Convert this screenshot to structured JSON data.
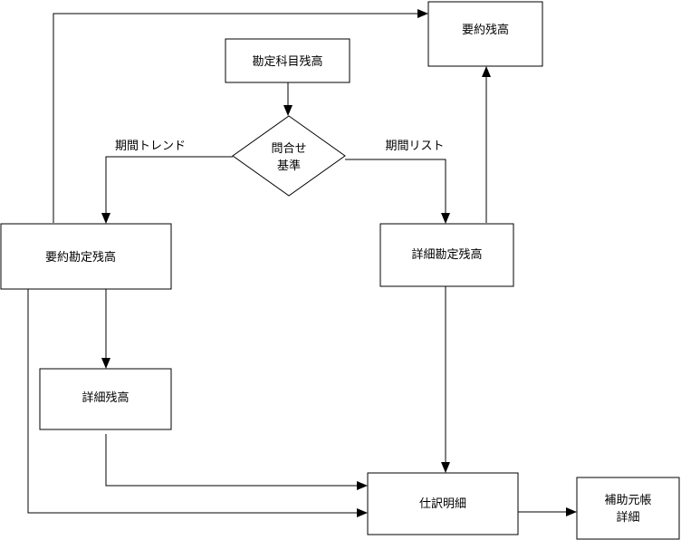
{
  "nodes": {
    "account_balance": {
      "label": "勘定科目残高"
    },
    "query_basis": {
      "line1": "問合せ",
      "line2": "基準"
    },
    "summary_balance": {
      "label": "要約残高"
    },
    "summary_account_balance": {
      "label": "要約勘定残高"
    },
    "detail_account_balance": {
      "label": "詳細勘定残高"
    },
    "detail_balance": {
      "label": "詳細残高"
    },
    "journal_detail": {
      "label": "仕訳明細"
    },
    "subledger_detail": {
      "line1": "補助元帳",
      "line2": "詳細"
    }
  },
  "edges": {
    "period_trend": {
      "label": "期間トレンド"
    },
    "period_list": {
      "label": "期間リスト"
    }
  },
  "colors": {
    "stroke": "#000000",
    "fill": "#ffffff",
    "text": "#000000"
  }
}
